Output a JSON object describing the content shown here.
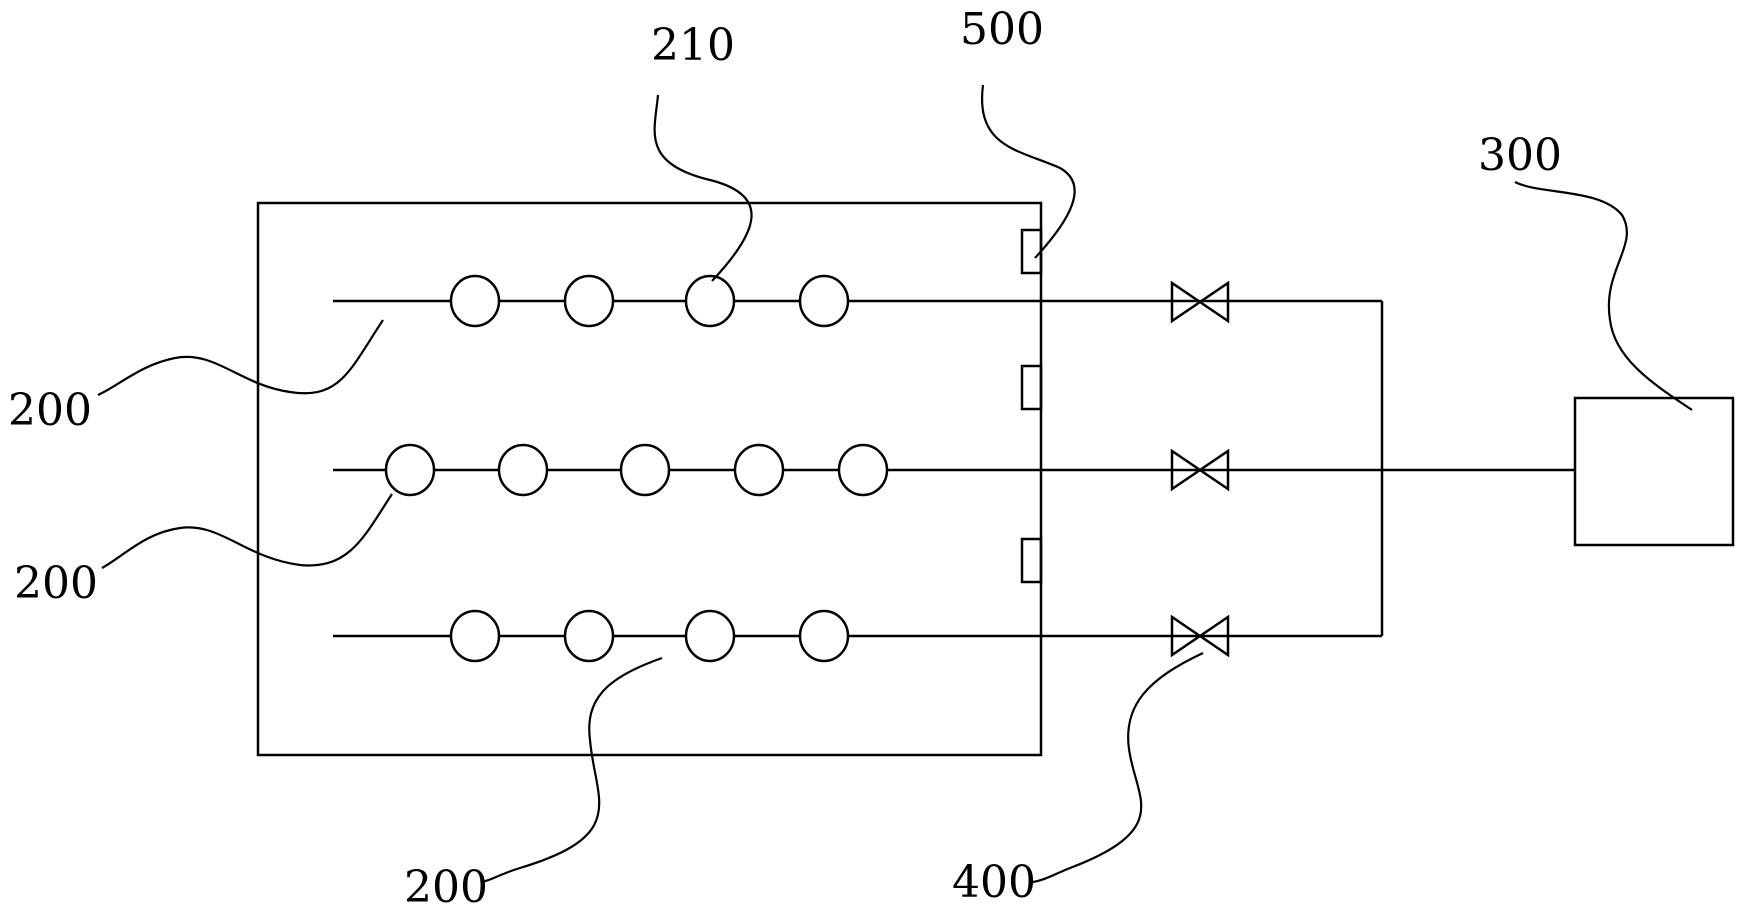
{
  "labels": {
    "pipe_top": "200",
    "pipe_middle": "200",
    "pipe_bottom": "200",
    "nozzle": "210",
    "sensor": "500",
    "controller": "300",
    "valve": "400"
  },
  "colors": {
    "line": "#000000",
    "background": "#ffffff"
  }
}
